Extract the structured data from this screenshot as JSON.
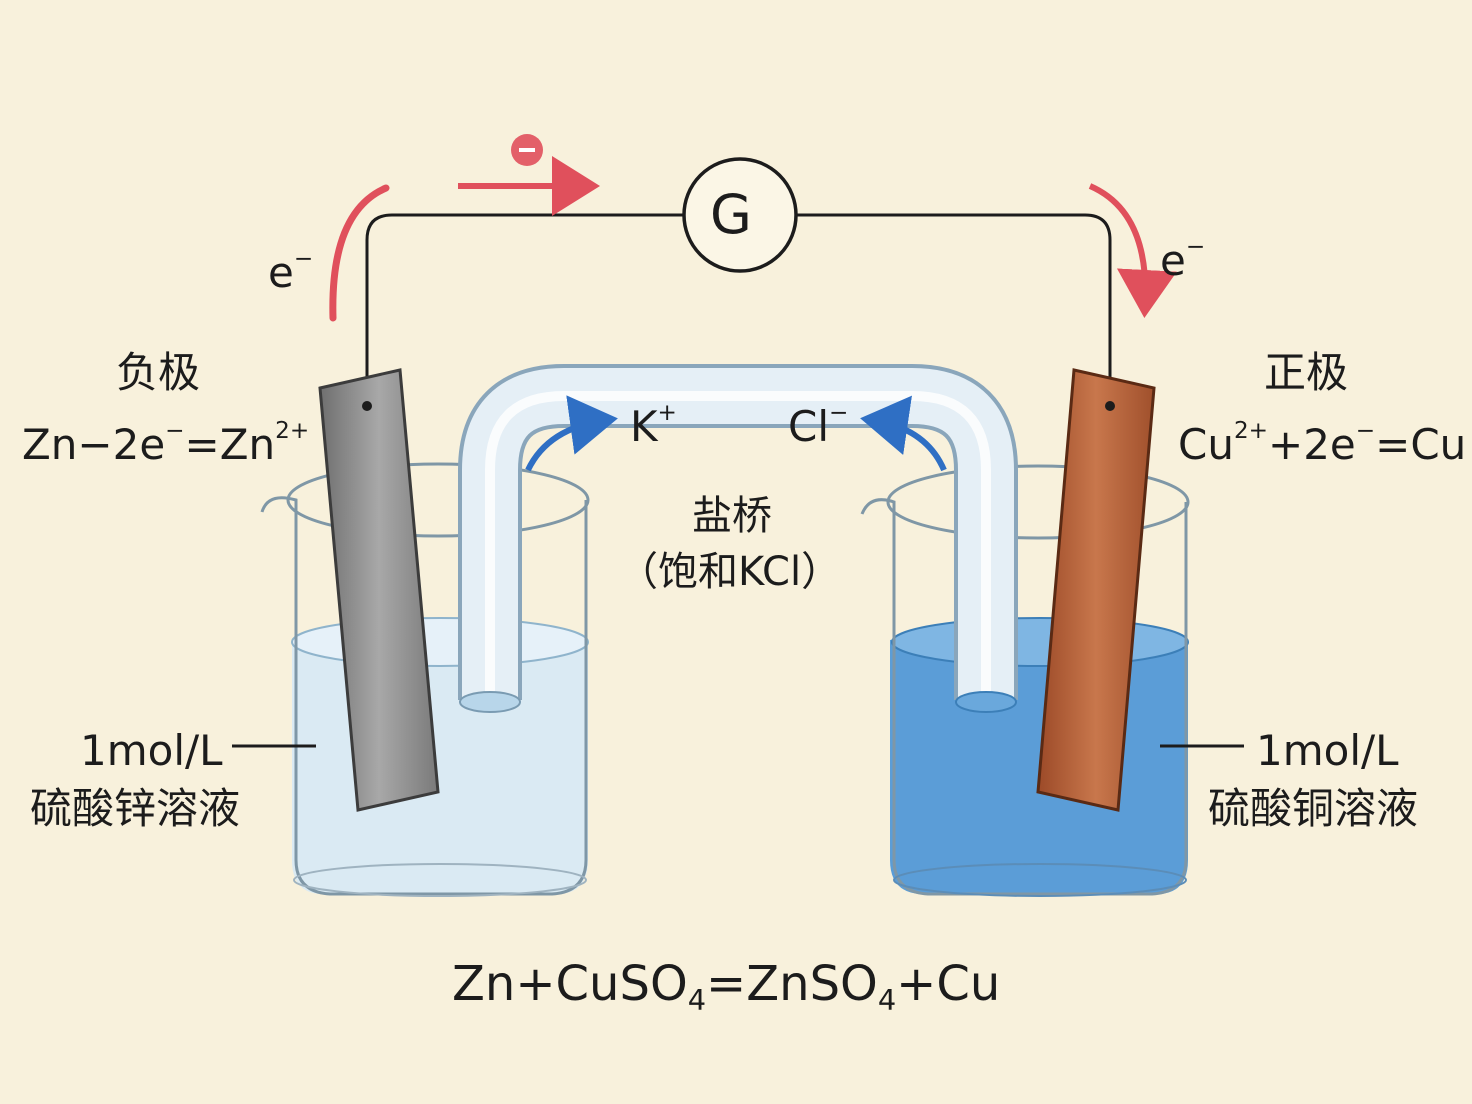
{
  "galvanometer": {
    "symbol": "G"
  },
  "electron": {
    "symbol": "e",
    "charge": "−",
    "badge": "−"
  },
  "anode": {
    "title": "负极",
    "half_reaction": {
      "a": "Zn",
      "op1": "−",
      "b": "2e",
      "b_sup": "−",
      "op2": "=",
      "c": "Zn",
      "c_sup": "2+"
    },
    "solution": {
      "concentration": "1mol/L",
      "name": "硫酸锌溶液"
    }
  },
  "cathode": {
    "title": "正极",
    "half_reaction": {
      "a": "Cu",
      "a_sup": "2+",
      "op1": "+",
      "b": "2e",
      "b_sup": "−",
      "op2": "=",
      "c": "Cu"
    },
    "solution": {
      "concentration": "1mol/L",
      "name": "硫酸铜溶液"
    }
  },
  "salt_bridge": {
    "title": "盐桥",
    "subtitle": "（饱和KCl）",
    "cation": {
      "symbol": "K",
      "sup": "+"
    },
    "anion": {
      "symbol": "Cl",
      "sup": "−"
    }
  },
  "overall_equation": {
    "r1": "Zn",
    "plus1": "+",
    "r2": "CuSO",
    "r2_sub": "4",
    "eq": "=",
    "p1": "ZnSO",
    "p1_sub": "4",
    "plus2": "+",
    "p2": "Cu"
  },
  "colors": {
    "background": "#f8f1dc",
    "electron_arrow": "#e0505c",
    "ion_arrow": "#2f6fc4",
    "zinc": "#8c8c8c",
    "copper": "#b25a32",
    "znso4_solution": "#d6e9f5",
    "cuso4_solution": "#4d96d6",
    "wire": "#1c1c1c"
  }
}
